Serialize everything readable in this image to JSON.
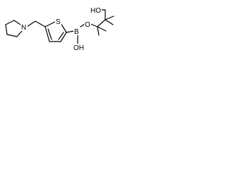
{
  "molecule": {
    "atoms": {
      "N": "N",
      "S": "S",
      "B": "B",
      "OH_top": "HO",
      "OH_bottom": "OH",
      "O_ring": "O"
    },
    "colors": {
      "bond": "#000000",
      "background": "#ffffff"
    }
  }
}
